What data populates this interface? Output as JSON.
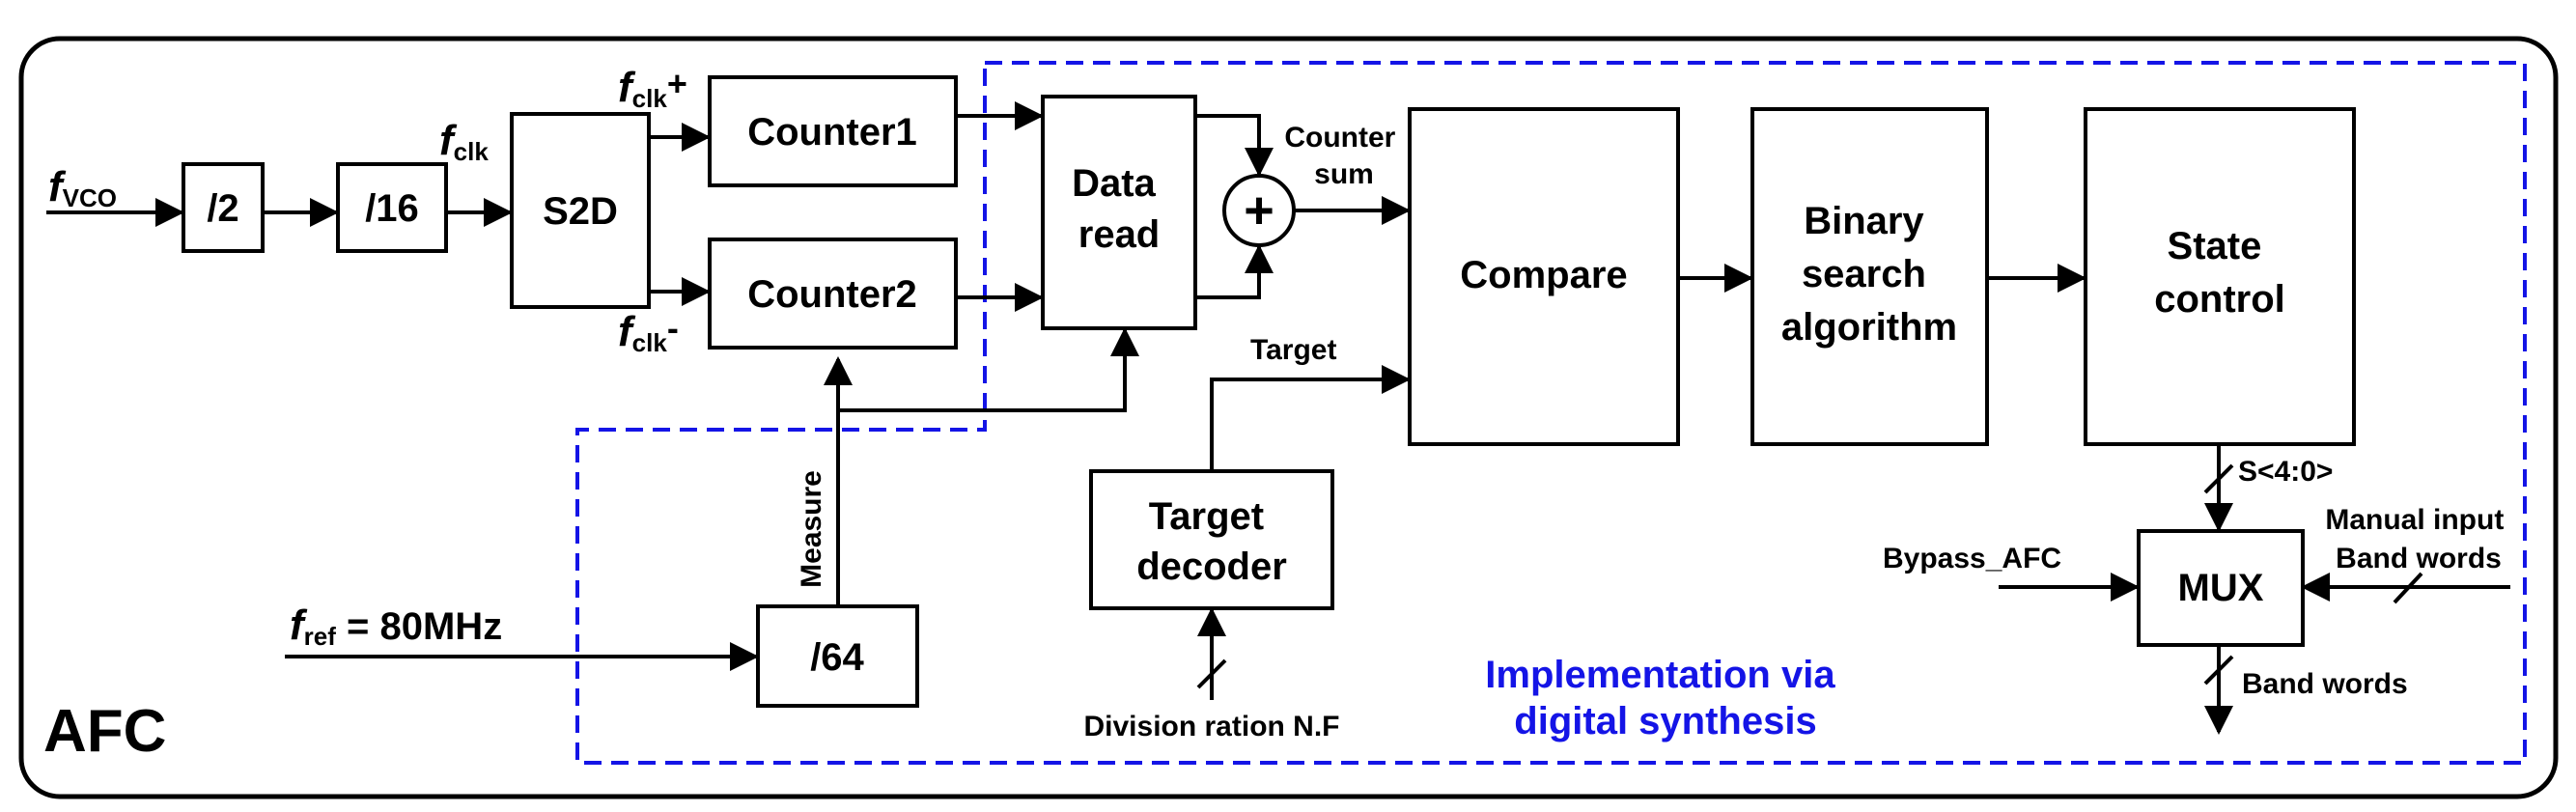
{
  "title": "AFC",
  "region_label": [
    "Implementation via",
    "digital synthesis"
  ],
  "inputs": {
    "fvco": {
      "sym": "f",
      "sub": "VCO"
    },
    "fref": {
      "sym": "f",
      "sub": "ref",
      "value": " = 80MHz"
    },
    "bypass": "Bypass_AFC",
    "manual": [
      "Manual input",
      "Band words"
    ],
    "division": "Division ration N.F"
  },
  "blocks": {
    "div2": "/2",
    "div16": "/16",
    "s2d": "S2D",
    "counter1": "Counter1",
    "counter2": "Counter2",
    "dataread": [
      "Data",
      "read"
    ],
    "compare": "Compare",
    "binary": [
      "Binary",
      "search",
      "algorithm"
    ],
    "state": [
      "State",
      "control"
    ],
    "mux": "MUX",
    "target_decoder": [
      "Target",
      "decoder"
    ],
    "div64": "/64",
    "adder": "+"
  },
  "signals": {
    "fclk": {
      "sym": "f",
      "sub": "clk"
    },
    "fclk_plus": {
      "sym": "f",
      "sub": "clk",
      "suffix": "+"
    },
    "fclk_minus": {
      "sym": "f",
      "sub": "clk",
      "suffix": "-"
    },
    "counter_sum": [
      "Counter",
      "sum"
    ],
    "target": "Target",
    "measure": "Measure",
    "s_bus": "S<4:0>",
    "band_words": "Band words"
  }
}
